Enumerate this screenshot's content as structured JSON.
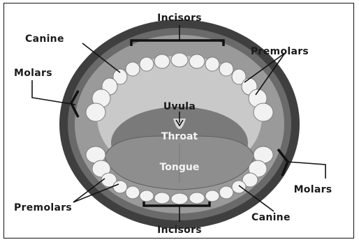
{
  "labels": {
    "incisors_top": "Incisors",
    "incisors_bottom": "Incisors",
    "canine_top": "Canine",
    "canine_bottom": "Canine",
    "premolars_top": "Premolars",
    "premolars_bottom": "Premolars",
    "molars_left": "Molars",
    "molars_right": "Molars",
    "uvula": "Uvula",
    "throat": "Throat",
    "tongue": "Tongue"
  },
  "colors": {
    "lips": "#3f3f3f",
    "gum": "#9a9a9a",
    "palate": "#c9c9c9",
    "cavity": "#7a7a7a",
    "tongue": "#8e8e8e",
    "teeth": "#f2f2f2"
  }
}
